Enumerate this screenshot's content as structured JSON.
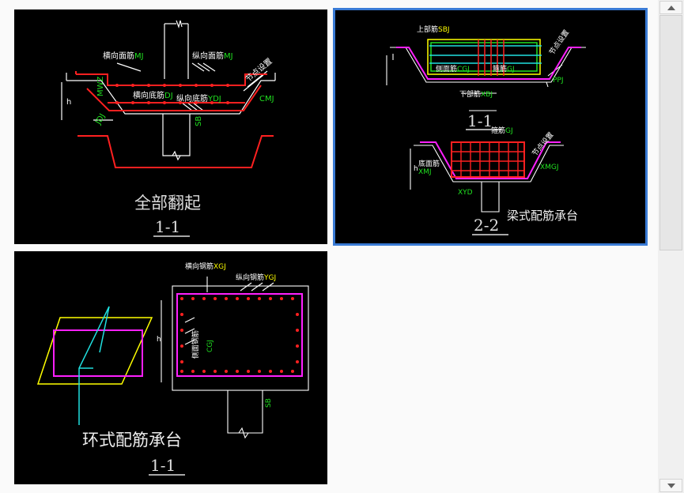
{
  "gallery": {
    "items": [
      {
        "id": "full-flip",
        "caption": "全部翻起",
        "section": "1-1",
        "labels": {
          "transverse_top": "横向面筋",
          "transverse_top_code": "MJ",
          "longitudinal_top": "纵向面筋",
          "longitudinal_top_code": "MJ",
          "transverse_bottom": "横向底筋",
          "transverse_bottom_code": "DJ",
          "longitudinal_bottom": "纵向底筋",
          "longitudinal_bottom_code": "YDJ",
          "slope": "节点设置",
          "cmj": "CMJ",
          "h": "h",
          "mwd": "MWZ",
          "jdj": "JDJ",
          "sb": "SB"
        },
        "selected": false
      },
      {
        "id": "beam-type",
        "caption": "梁式配筋承台",
        "section_a": "1-1",
        "section_b": "2-2",
        "labels": {
          "top_bar": "上部筋",
          "top_code": "SBJ",
          "side_bar": "侧面筋",
          "side_code": "CGJ",
          "bottom_bar": "下部筋",
          "bottom_code": "XBJ",
          "stirrup": "箍筋",
          "stirrup_code": "GJ",
          "slope": "节点设置",
          "ppj": "PPJ",
          "xmj": "XMJ",
          "xmgj": "XMGJ",
          "bottom_face": "底面筋",
          "xyd": "XYD",
          "h": "h"
        },
        "selected": true
      },
      {
        "id": "ring-type",
        "caption": "环式配筋承台",
        "section": "1-1",
        "labels": {
          "transverse_bar": "横向钢筋",
          "transverse_code": "XGJ",
          "longitudinal_bar": "纵向钢筋",
          "longitudinal_code": "YGJ",
          "side_bar": "侧面钢筋",
          "side_code": "CGJ",
          "h": "h",
          "sb": "SB"
        },
        "selected": false
      }
    ]
  },
  "colors": {
    "selection_border": "#3a7bd5",
    "cad_bg": "#000000",
    "rebar_red": "#ff2020",
    "cad_white": "#ffffff",
    "cad_green": "#20e020",
    "cad_magenta": "#ff20ff",
    "cad_yellow": "#ffff00",
    "cad_cyan": "#20e0e0"
  }
}
